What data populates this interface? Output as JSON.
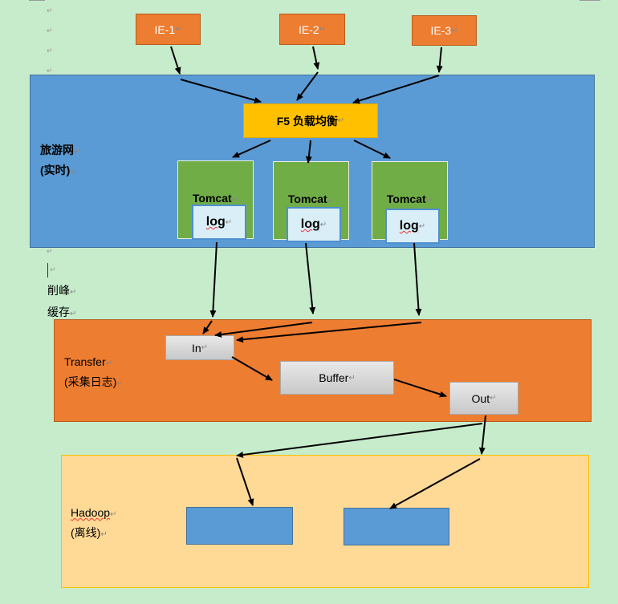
{
  "top_nodes": [
    {
      "label": "IE-1",
      "mark": "↵"
    },
    {
      "label": "IE-2",
      "mark": "↵"
    },
    {
      "label": "IE-3",
      "mark": "↵"
    }
  ],
  "paragraph_mark": "↵",
  "realtime": {
    "label_line1": "旅游网",
    "label_line2": "(实时)",
    "balancer": "F5 负载均衡",
    "servers": [
      {
        "name": "Tomcat",
        "log": "log"
      },
      {
        "name": "Tomcat",
        "log": "log"
      },
      {
        "name": "Tomcat",
        "log": "log"
      }
    ]
  },
  "buffer_note": {
    "line1": "削峰",
    "line2": "缓存"
  },
  "transfer": {
    "label_line1": "Transfer",
    "label_line2": "(采集日志)",
    "in": "In",
    "buffer": "Buffer",
    "out": "Out"
  },
  "offline": {
    "label_line1": "Hadoop",
    "label_line2": "(离线)"
  },
  "colors": {
    "background": "#c6eccb",
    "ie_box": "#ed7d31",
    "realtime_band": "#5b9bd5",
    "balancer": "#ffc000",
    "tomcat": "#70ad47",
    "transfer_band": "#ed7d31",
    "offline_band": "#ffd996"
  }
}
